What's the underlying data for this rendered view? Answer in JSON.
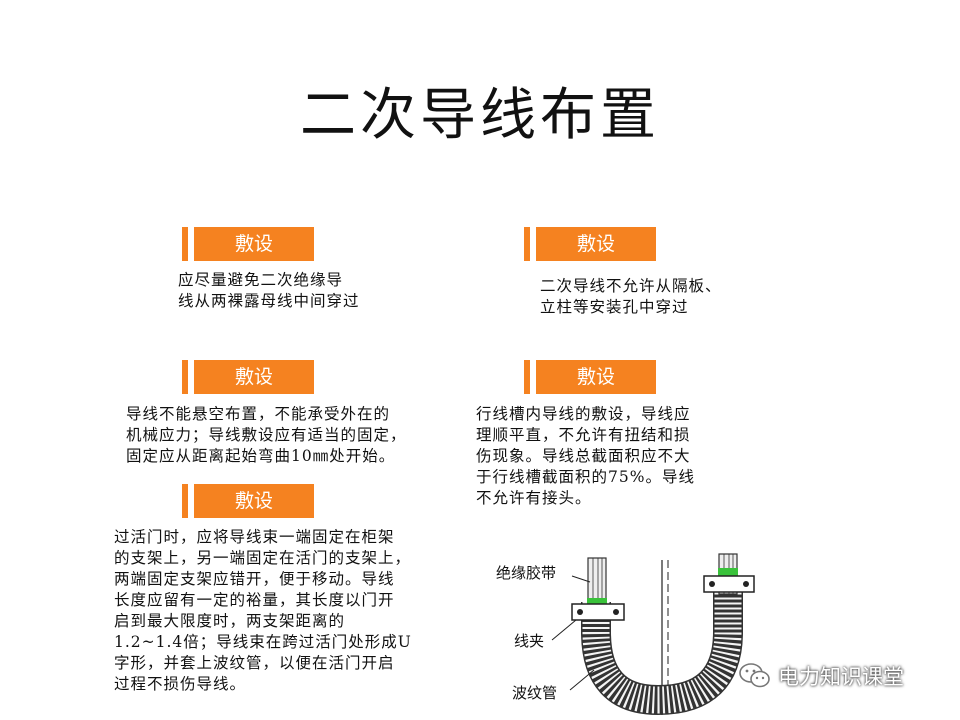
{
  "page": {
    "title": "二次导线布置"
  },
  "sections": [
    {
      "tag": "敷设",
      "text": "应尽量避免二次绝缘导\n线从两裸露母线中间穿过"
    },
    {
      "tag": "敷设",
      "text": "二次导线不允许从隔板、\n立柱等安装孔中穿过"
    },
    {
      "tag": "敷设",
      "text": "导线不能悬空布置，不能承受外在的\n机械应力；导线敷设应有适当的固定，\n固定应从距离起始弯曲10㎜处开始。"
    },
    {
      "tag": "敷设",
      "text": "行线槽内导线的敷设，导线应\n理顺平直，不允许有扭结和损\n伤现象。导线总截面积应不大\n于行线槽截面积的75%。导线\n不允许有接头。"
    },
    {
      "tag": "敷设",
      "text": "过活门时，应将导线束一端固定在柜架\n的支架上，另一端固定在活门的支架上，\n两端固定支架应错开，便于移动。导线\n长度应留有一定的裕量，其长度以门开\n启到最大限度时，两支架距离的\n1.2~1.4倍；导线束在跨过活门处形成U\n字形，并套上波纹管，以便在活门开启\n过程不损伤导线。"
    }
  ],
  "diagram": {
    "label_insulating_tape": "绝缘胶带",
    "label_clamp": "线夹",
    "label_corrugated_tube": "波纹管",
    "tape_color": "#39c23a"
  },
  "watermark": {
    "text": "电力知识课堂",
    "icon": "wechat-icon"
  },
  "colors": {
    "accent": "#f58220"
  }
}
